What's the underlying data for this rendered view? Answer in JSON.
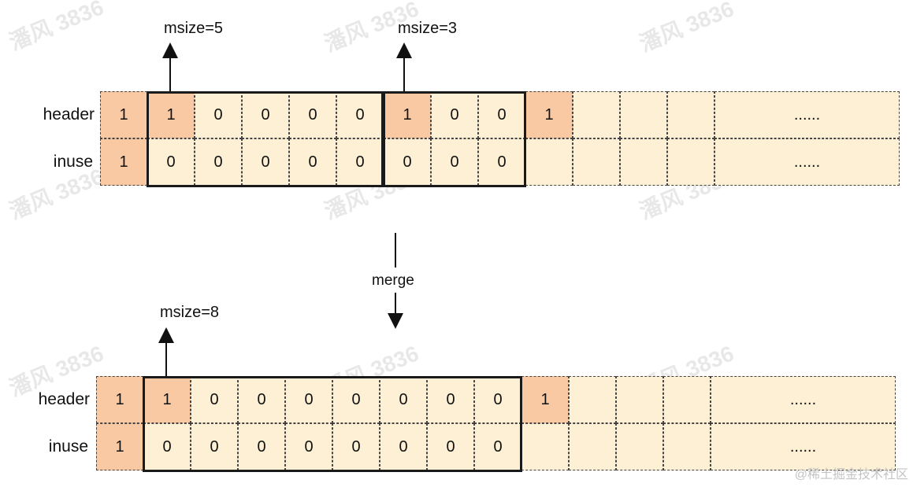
{
  "labels": {
    "header": "header",
    "inuse": "inuse",
    "ellipsis": "......"
  },
  "top": {
    "header": [
      "1",
      "1",
      "0",
      "0",
      "0",
      "0",
      "1",
      "0",
      "0",
      "1"
    ],
    "inuse": [
      "1",
      "0",
      "0",
      "0",
      "0",
      "0",
      "0",
      "0",
      "0",
      ""
    ],
    "annotations": [
      "msize=5",
      "msize=3"
    ]
  },
  "merge_label": "merge",
  "bottom": {
    "header": [
      "1",
      "1",
      "0",
      "0",
      "0",
      "0",
      "0",
      "0",
      "0",
      "1"
    ],
    "inuse": [
      "1",
      "0",
      "0",
      "0",
      "0",
      "0",
      "0",
      "0",
      "0",
      ""
    ],
    "annotations": [
      "msize=8"
    ]
  },
  "watermark_text": "潘风 3836",
  "credit": "@稀土掘金技术社区",
  "colors": {
    "orange": "#f8c9a2",
    "light": "#fdf0d4",
    "border": "#1a1a1a"
  }
}
